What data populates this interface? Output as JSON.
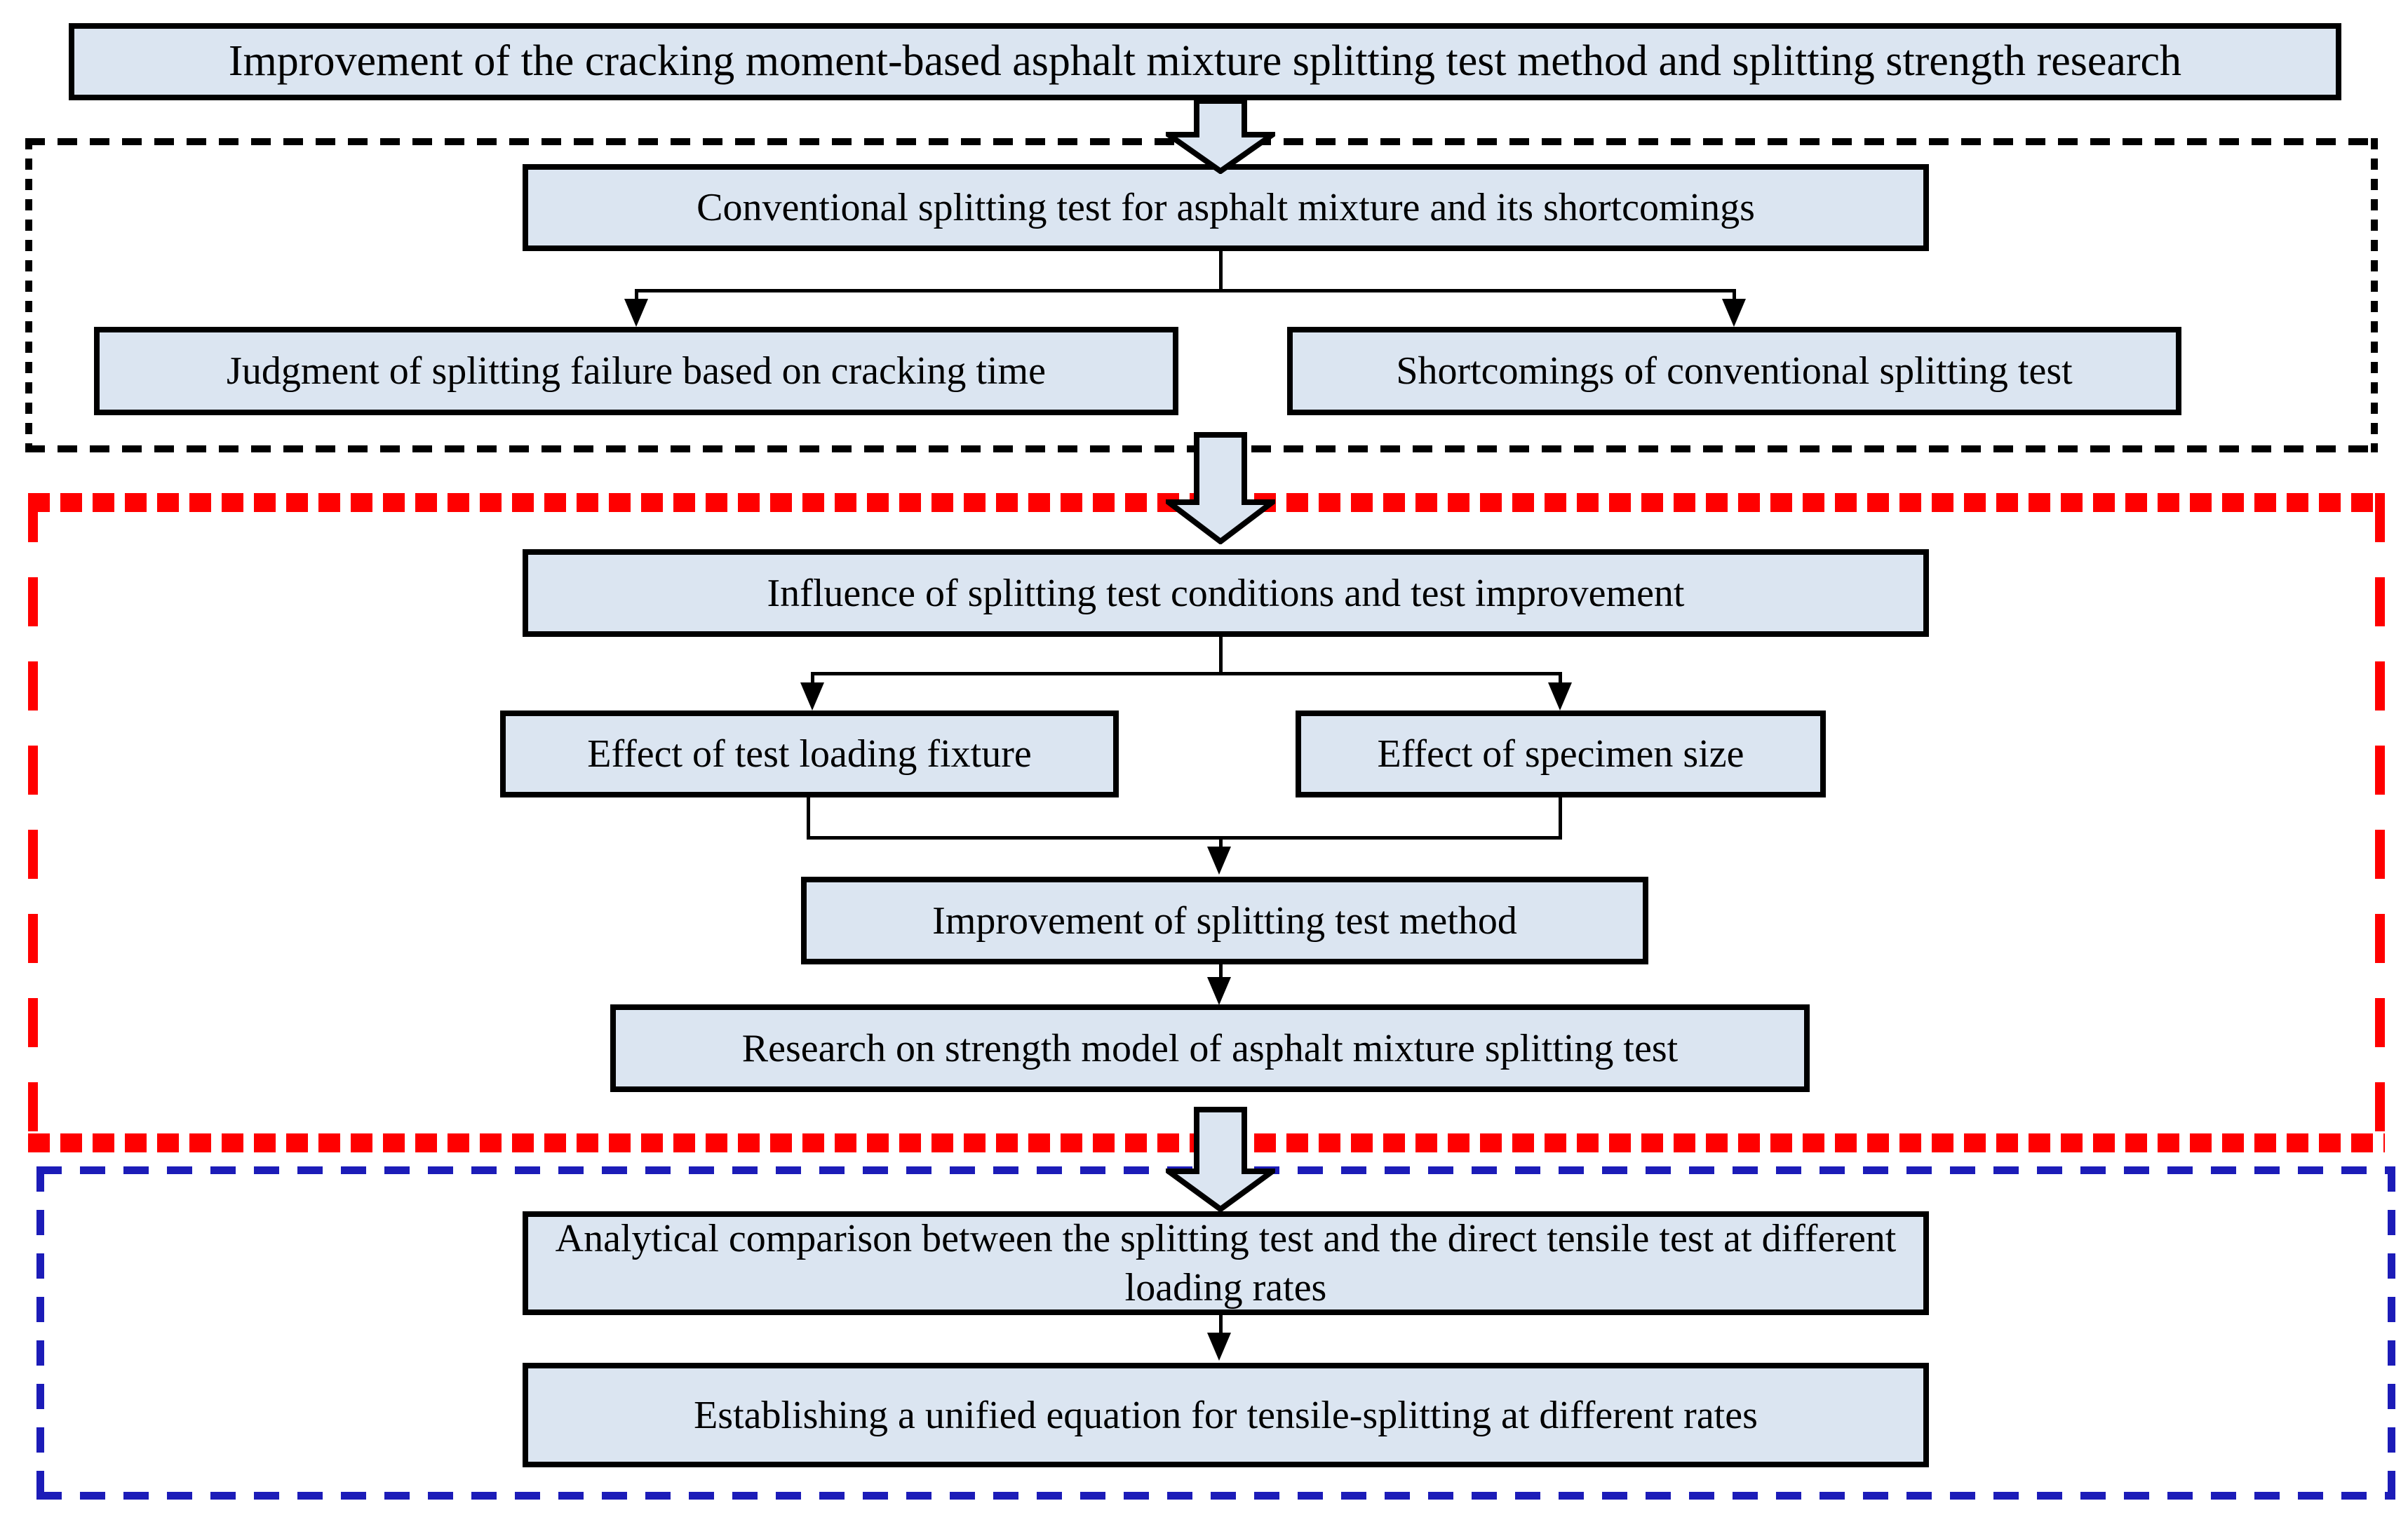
{
  "figure": {
    "type": "flowchart",
    "description": "Research roadmap flowchart with three dashed group sections"
  },
  "nodes": {
    "title": {
      "label": "Improvement of the cracking moment-based asphalt mixture splitting test method and splitting strength research"
    },
    "conventional": {
      "label": "Conventional splitting test for asphalt mixture and its shortcomings"
    },
    "judgment": {
      "label": "Judgment of splitting failure based on cracking time"
    },
    "shortcomings": {
      "label": "Shortcomings of conventional splitting test"
    },
    "influence": {
      "label": "Influence of splitting test conditions and test improvement"
    },
    "fixture": {
      "label": "Effect of test loading fixture"
    },
    "specimen": {
      "label": "Effect of specimen size"
    },
    "method": {
      "label": "Improvement of splitting test method"
    },
    "strength": {
      "label": "Research on strength model of asphalt mixture splitting test"
    },
    "analytical": {
      "label": "Analytical comparison between the splitting test and the direct tensile test at different loading rates"
    },
    "unified": {
      "label": "Establishing a unified equation for tensile-splitting at different rates"
    }
  },
  "colors": {
    "box_fill": "#dbe5f1",
    "box_border": "#000000",
    "group1_border": "#000000",
    "group2_border": "#ff0000",
    "group3_border": "#1c1cb8",
    "connector": "#000000"
  }
}
